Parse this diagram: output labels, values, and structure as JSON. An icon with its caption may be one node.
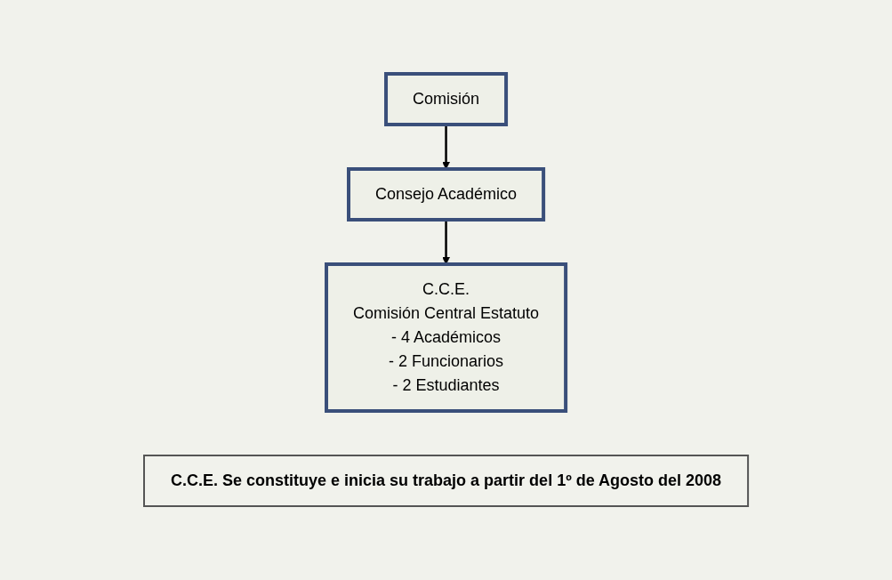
{
  "diagram": {
    "nodes": [
      {
        "text": [
          "Comisión"
        ]
      },
      {
        "text": [
          "Consejo Académico"
        ]
      },
      {
        "text": [
          "C.C.E.",
          "Comisión Central Estatuto",
          "- 4 Académicos",
          "- 2 Funcionarios",
          "- 2 Estudiantes"
        ]
      },
      {
        "text": [
          "C.C.E.  Se constituye e inicia su trabajo a partir del 1º de Agosto del 2008"
        ]
      }
    ],
    "edges": [
      {
        "from": 0,
        "to": 1,
        "arrow": "to"
      },
      {
        "from": 1,
        "to": 2,
        "arrow": "to"
      }
    ]
  }
}
